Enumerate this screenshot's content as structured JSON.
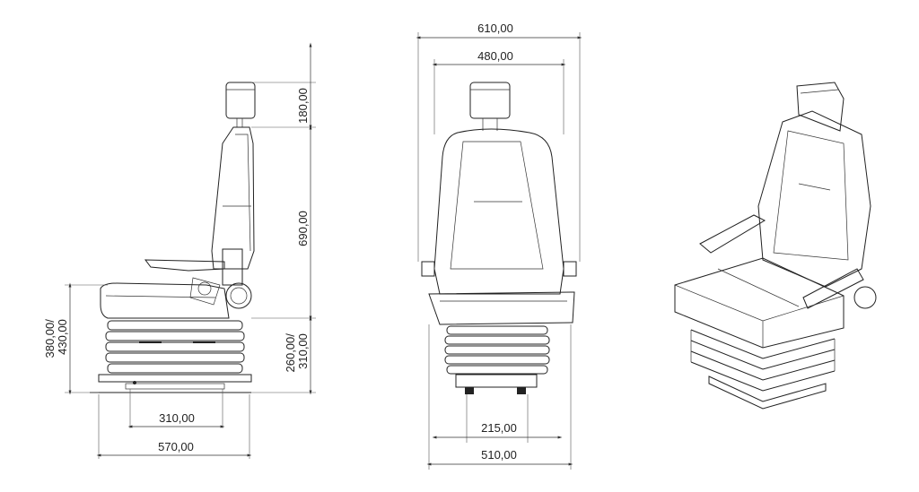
{
  "dimensions": {
    "side_headrest_height": "180,00",
    "side_backrest_height": "690,00",
    "side_cushion_height": "260,00/\n310,00",
    "side_total_base_height": "380,00/\n430,00",
    "side_rail_length": "310,00",
    "side_depth": "570,00",
    "front_total_width": "610,00",
    "front_backrest_width": "480,00",
    "front_rail_spacing": "215,00",
    "front_base_width": "510,00"
  }
}
